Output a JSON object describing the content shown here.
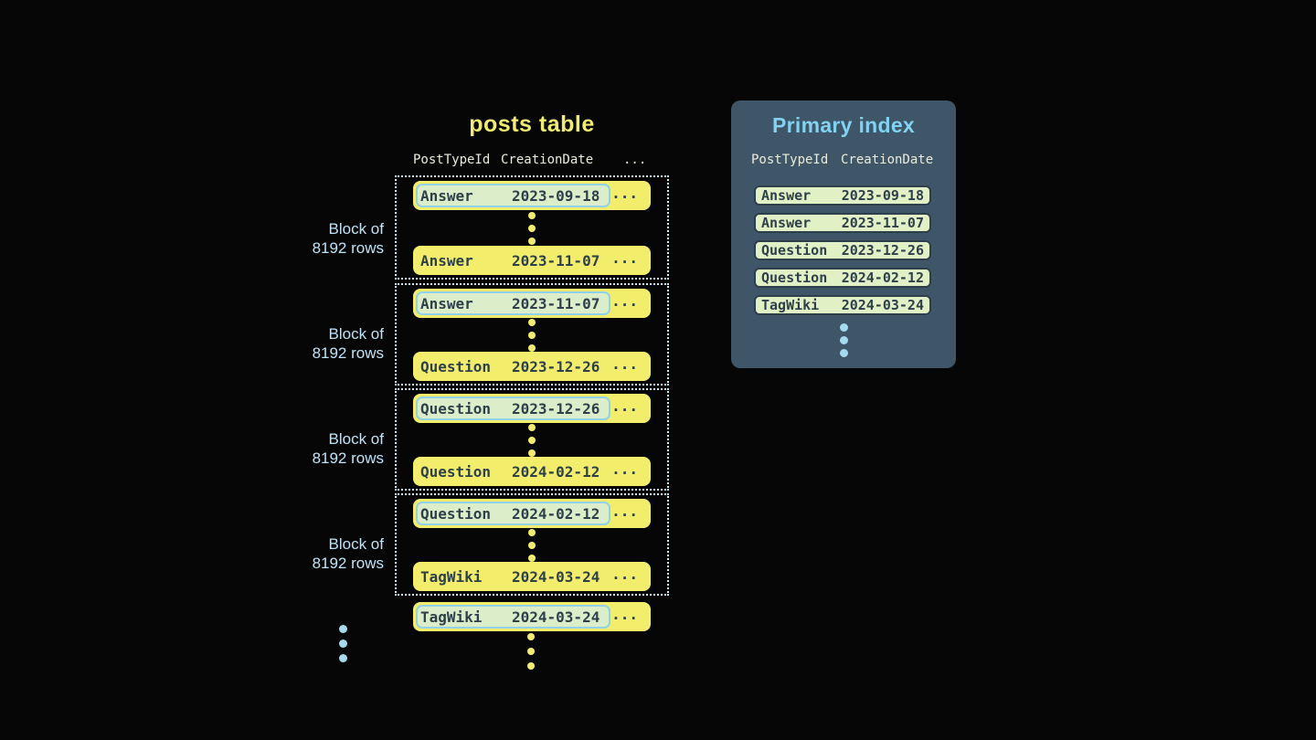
{
  "posts_table": {
    "title": "posts table",
    "columns": {
      "c1": "PostTypeId",
      "c2": "CreationDate",
      "c3": "..."
    },
    "block_label": {
      "line1": "Block of",
      "line2": "8192 rows"
    },
    "row_ellipsis": "...",
    "blocks": [
      {
        "first": {
          "type": "Answer",
          "date": "2023-09-18"
        },
        "last": {
          "type": "Answer",
          "date": "2023-11-07"
        }
      },
      {
        "first": {
          "type": "Answer",
          "date": "2023-11-07"
        },
        "last": {
          "type": "Question",
          "date": "2023-12-26"
        }
      },
      {
        "first": {
          "type": "Question",
          "date": "2023-12-26"
        },
        "last": {
          "type": "Question",
          "date": "2024-02-12"
        }
      },
      {
        "first": {
          "type": "Question",
          "date": "2024-02-12"
        },
        "last": {
          "type": "TagWiki",
          "date": "2024-03-24"
        }
      }
    ],
    "overflow_row": {
      "type": "TagWiki",
      "date": "2024-03-24"
    }
  },
  "primary_index": {
    "title": "Primary index",
    "columns": {
      "c1": "PostTypeId",
      "c2": "CreationDate"
    },
    "rows": [
      {
        "type": "Answer",
        "date": "2023-09-18"
      },
      {
        "type": "Answer",
        "date": "2023-11-07"
      },
      {
        "type": "Question",
        "date": "2023-12-26"
      },
      {
        "type": "Question",
        "date": "2024-02-12"
      },
      {
        "type": "TagWiki",
        "date": "2024-03-24"
      }
    ]
  },
  "colors": {
    "background": "#060606",
    "row_yellow": "#f2ee6c",
    "title_yellow": "#f0ec6e",
    "highlight_green": "#dcedca",
    "highlight_border_blue": "#8fd2e9",
    "dark_slate_text": "#2d3f4a",
    "label_blue": "#bfe3f7",
    "dotted_border_blue": "#d6edf8",
    "panel_slate": "#3e5667",
    "panel_title_blue": "#82d2f1",
    "header_cream": "#eaecdc",
    "index_pill_green": "#e2f0c5",
    "panel_dot_blue": "#a6daf0"
  }
}
